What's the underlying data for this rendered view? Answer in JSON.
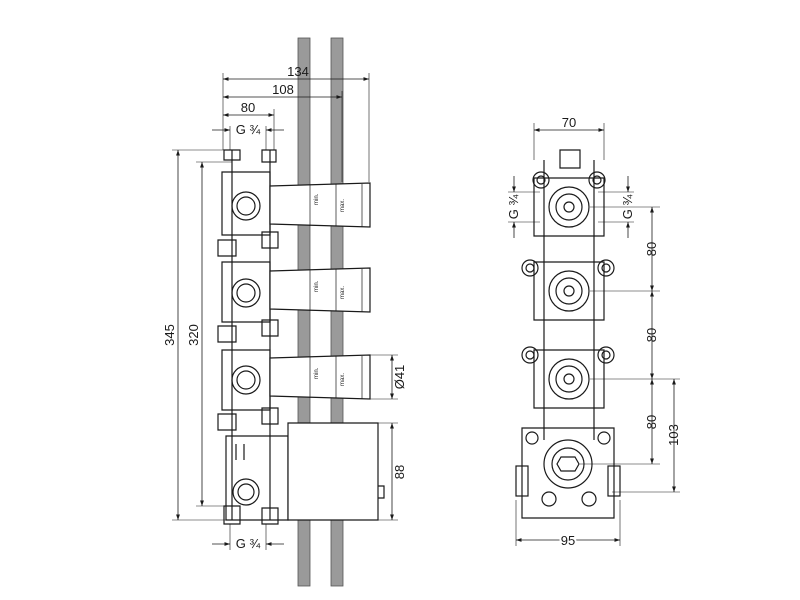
{
  "diagram": {
    "side_view": {
      "width_total": "134",
      "width_mid": "108",
      "width_inner": "80",
      "thread_top": "G ¾",
      "thread_bottom": "G ¾",
      "height_total": "345",
      "height_inner": "320",
      "diameter": "Ø41",
      "box_height": "88",
      "min_label": "min.",
      "max_label": "max."
    },
    "front_view": {
      "width_top": "70",
      "thread_left": "G ¾",
      "thread_right": "G ¾",
      "spacing_1": "80",
      "spacing_2": "80",
      "spacing_3": "80",
      "offset": "103",
      "width_bottom": "95"
    }
  }
}
